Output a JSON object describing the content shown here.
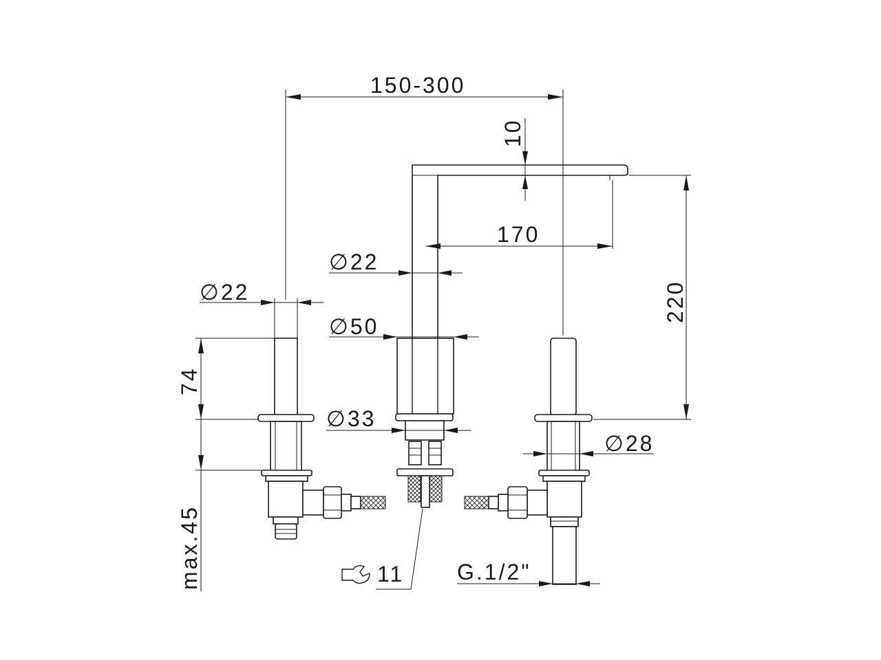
{
  "dimensions": {
    "spread": "150-300",
    "spout_top_thickness": "10",
    "spout_reach": "170",
    "height_overall": "220",
    "spout_column_diameter": "∅22",
    "handle_left_diameter": "∅22",
    "base_diameter": "∅50",
    "flange_diameter": "∅33",
    "right_shank_diameter": "∅28",
    "handle_height": "74",
    "deck_thickness": "max.45",
    "wrench_size": "11",
    "thread": "G.1/2\""
  },
  "icons": {
    "wrench": "wrench-icon"
  }
}
